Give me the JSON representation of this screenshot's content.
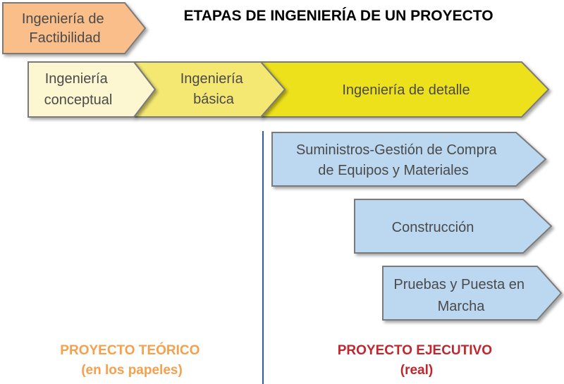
{
  "title": "ETAPAS DE INGENIERÍA DE UN PROYECTO",
  "stages": {
    "factibilidad": {
      "lines": [
        "Ingeniería de",
        "Factibilidad"
      ],
      "fill": "#f9be8a",
      "text_color": "#4a4a4a"
    },
    "conceptual": {
      "lines": [
        "Ingeniería",
        "conceptual"
      ],
      "fill": "#fcf7d0",
      "text_color": "#4a4a4a"
    },
    "basica": {
      "lines": [
        "Ingeniería",
        "básica"
      ],
      "fill": "#f5e872",
      "text_color": "#c0262b"
    },
    "detalle": {
      "lines": [
        "Ingeniería de detalle"
      ],
      "fill": "#ede11e",
      "text_color": "#4a4a4a"
    },
    "suministros": {
      "lines": [
        "Suministros-Gestión de Compra",
        "de Equipos y Materiales"
      ],
      "fill": "#bcd8f0",
      "text_color": "#4a4a4a"
    },
    "construccion": {
      "lines": [
        "Construcción"
      ],
      "fill": "#bcd8f0",
      "text_color": "#4a4a4a"
    },
    "pruebas": {
      "lines": [
        "Pruebas y Puesta en",
        "Marcha"
      ],
      "fill": "#bcd8f0",
      "text_color": "#4a4a4a"
    }
  },
  "footer": {
    "teorico": {
      "line1": "PROYECTO TEÓRICO",
      "line2": "(en los papeles)",
      "color": "#f5a04d"
    },
    "ejecutivo": {
      "line1": "PROYECTO EJECUTIVO",
      "line2": "(real)",
      "color": "#c0262b"
    }
  },
  "divider_color": "#2f5d9a"
}
